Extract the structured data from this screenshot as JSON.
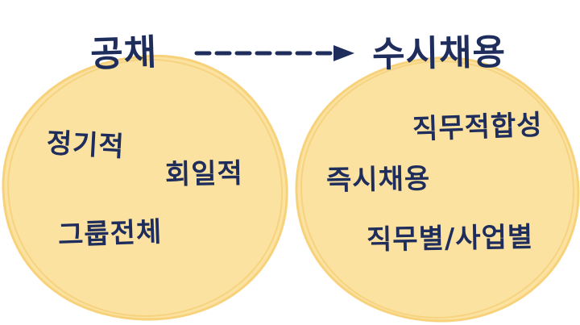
{
  "colors": {
    "circle_fill": "#fbe2a0",
    "circle_stroke": "#f7d27a",
    "ink": "#1e2d5c"
  },
  "left": {
    "title": "공채",
    "items": [
      "정기적",
      "회일적",
      "그룹전체"
    ]
  },
  "arrow": {
    "style": "dashed",
    "direction": "right"
  },
  "right": {
    "title": "수시채용",
    "items": [
      "직무적합성",
      "즉시채용",
      "직무별/사업별"
    ]
  }
}
